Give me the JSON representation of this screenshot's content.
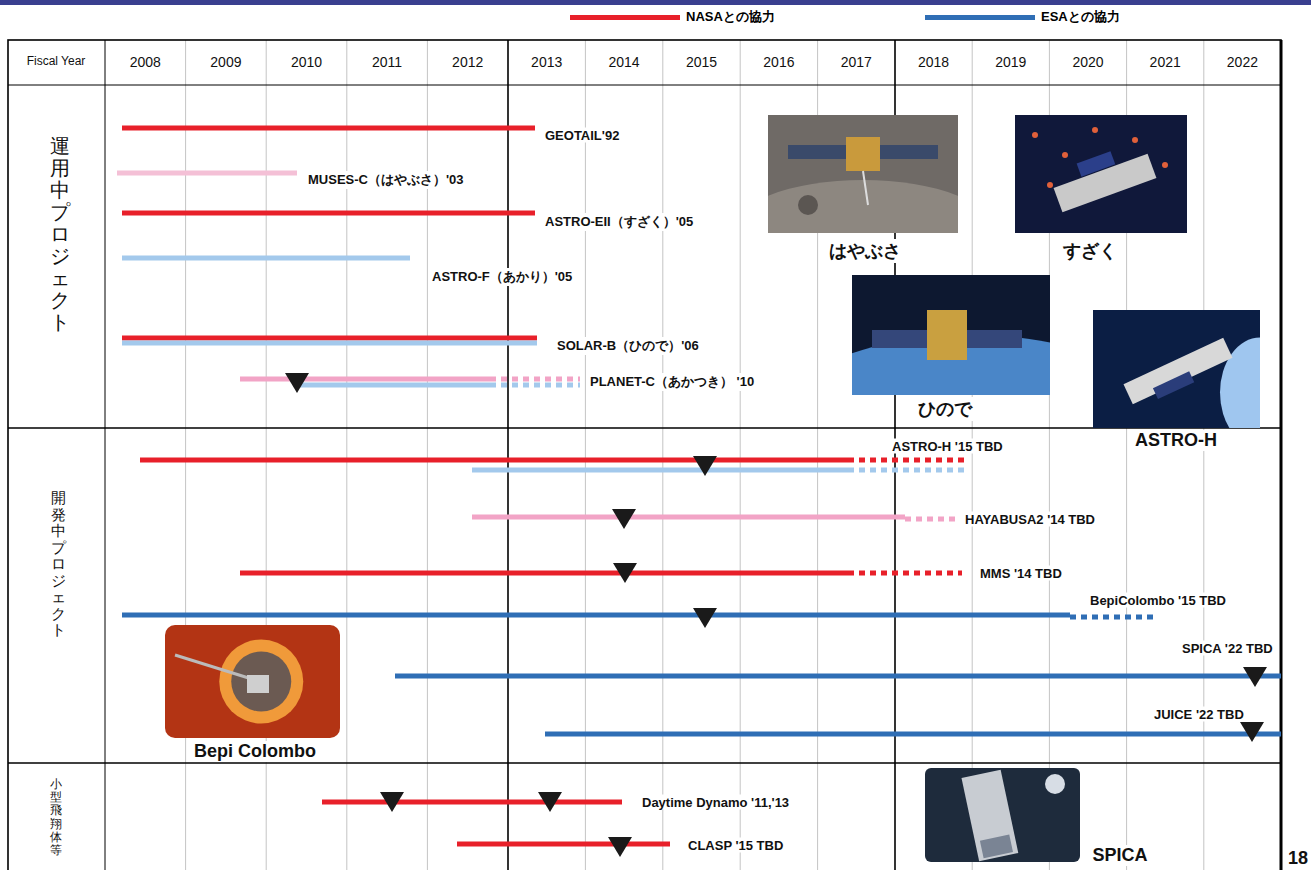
{
  "diagram": {
    "nodes": [
      {
        "text": [
          "はやぶさ"
        ]
      },
      {
        "text": [
          "すざく"
        ]
      },
      {
        "text": [
          "ひので"
        ]
      },
      {
        "text": [
          "ASTRO-H"
        ]
      },
      {
        "text": [
          "Bepi Colombo"
        ]
      },
      {
        "text": [
          "SPICA"
        ]
      }
    ],
    "labels": [
      "Fiscal Year",
      "2008",
      "2009",
      "2010",
      "2011",
      "2012",
      "2013",
      "2014",
      "2015",
      "2016",
      "2017",
      "2018",
      "2019",
      "2020",
      "2021",
      "2022",
      "運用中プロジェクト",
      "GEOTAIL'92",
      "MUSES-C（はやぶさ）'03",
      "ASTRO-EII（すざく）'05",
      "ASTRO-F（あかり）'05",
      "SOLAR-B（ひので）'06",
      "PLANET-C（あかつき） '10",
      "開発中プロジェクト",
      "ASTRO-H '15 TBD",
      "HAYABUSA2 '14 TBD",
      "MMS '14 TBD",
      "BepiColombo '15 TBD",
      "SPICA '22 TBD",
      "JUICE '22 TBD",
      "小型飛翔体等",
      "Daytime Dynamo '11,'13",
      "CLASP '15 TBD",
      "18"
    ],
    "legend": [
      {
        "text": "NASAとの協力",
        "color": "#e8202a"
      },
      {
        "text": "ESAとの協力",
        "color": "#2f6eb5"
      }
    ]
  }
}
